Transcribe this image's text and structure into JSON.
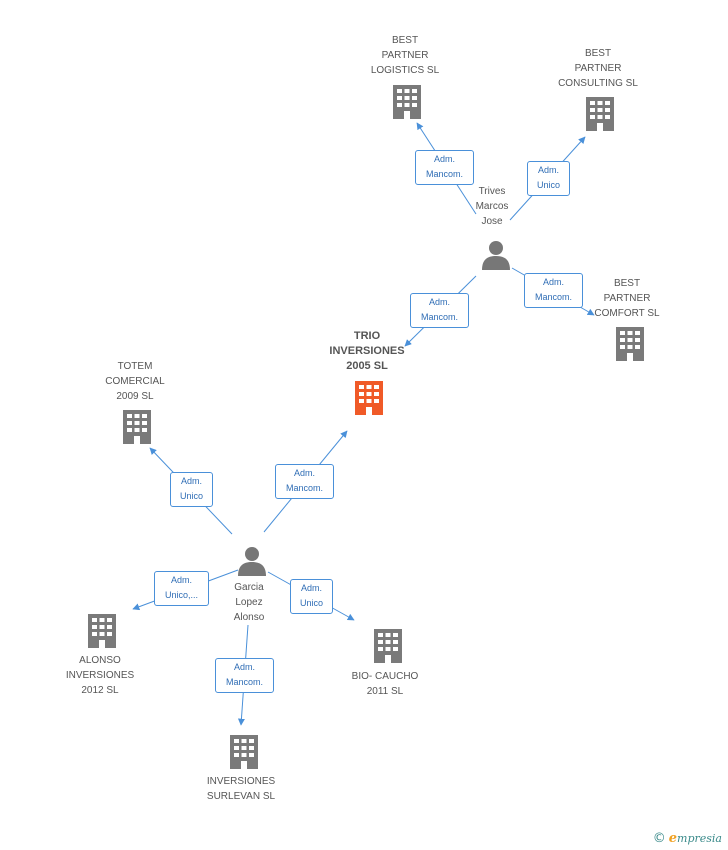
{
  "colors": {
    "company": "#7a7a7a",
    "main_company": "#f05a28",
    "person": "#777777",
    "edge": "#4a90d9"
  },
  "nodes": {
    "best_partner_logistics": {
      "label": "BEST\nPARTNER\nLOGISTICS SL",
      "type": "company"
    },
    "best_partner_consulting": {
      "label": "BEST\nPARTNER\nCONSULTING SL",
      "type": "company"
    },
    "best_partner_comfort": {
      "label": "BEST\nPARTNER\nCOMFORT SL",
      "type": "company"
    },
    "trives": {
      "label": "Trives\nMarcos\nJose",
      "type": "person"
    },
    "trio": {
      "label": "TRIO\nINVERSIONES\n2005 SL",
      "type": "main"
    },
    "totem": {
      "label": "TOTEM\nCOMERCIAL\n2009 SL",
      "type": "company"
    },
    "garcia": {
      "label": "Garcia\nLopez\nAlonso",
      "type": "person"
    },
    "alonso": {
      "label": "ALONSO\nINVERSIONES\n2012 SL",
      "type": "company"
    },
    "biocaucho": {
      "label": "BIO- CAUCHO\n2011 SL",
      "type": "company"
    },
    "surlevan": {
      "label": "INVERSIONES\nSURLEVAN SL",
      "type": "company"
    }
  },
  "edges": {
    "trives_logistics": "Adm.\nMancom.",
    "trives_consulting": "Adm.\nUnico",
    "trives_comfort": "Adm.\nMancom.",
    "trives_trio": "Adm.\nMancom.",
    "garcia_totem": "Adm.\nUnico",
    "garcia_trio": "Adm.\nMancom.",
    "garcia_alonso": "Adm.\nUnico,...",
    "garcia_biocaucho": "Adm.\nUnico",
    "garcia_surlevan": "Adm.\nMancom."
  },
  "watermark": {
    "copyright": "©",
    "brand_initial": "e",
    "brand_rest": "mpresia"
  }
}
